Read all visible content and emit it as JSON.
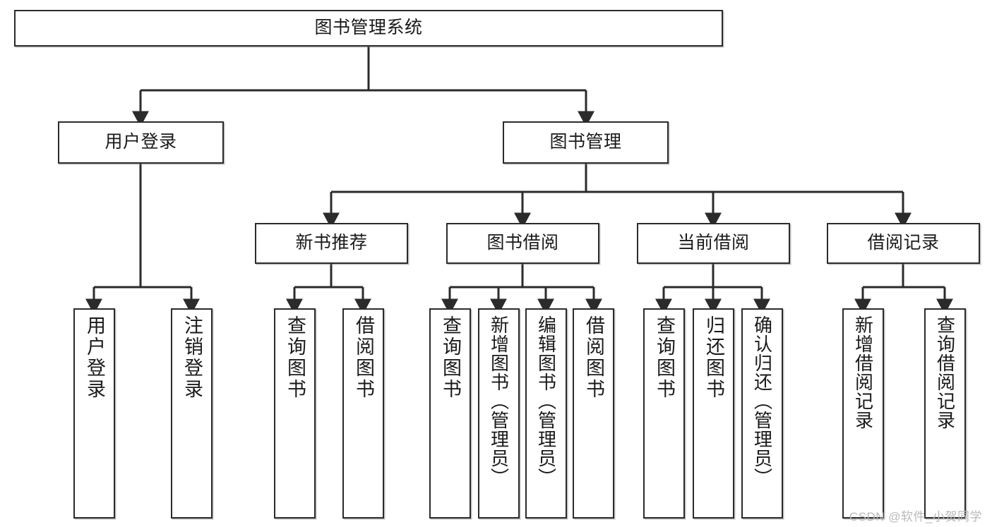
{
  "diagram": {
    "type": "tree-hierarchy",
    "title": "图书管理系统",
    "watermark": "CSDN @软件_小贺同学",
    "colors": {
      "background": "#ffffff",
      "box_border": "#2b2b2b",
      "box_fill": "#ffffff",
      "edge": "#2b2b2b",
      "text": "#1a1a1a",
      "watermark": "#b9b9b9"
    },
    "levels": {
      "root": {
        "label": "图书管理系统"
      },
      "level2": [
        {
          "id": "user-login",
          "label": "用户登录"
        },
        {
          "id": "book-manage",
          "label": "图书管理"
        }
      ],
      "level3": [
        {
          "id": "new-book-recommend",
          "label": "新书推荐"
        },
        {
          "id": "book-borrow",
          "label": "图书借阅"
        },
        {
          "id": "current-borrow",
          "label": "当前借阅"
        },
        {
          "id": "borrow-record",
          "label": "借阅记录"
        }
      ],
      "leaves": {
        "user-login": [
          {
            "id": "leaf-user-login",
            "label": "用户登录"
          },
          {
            "id": "leaf-user-logout",
            "label": "注销登录"
          }
        ],
        "new-book-recommend": [
          {
            "id": "leaf-query-book-1",
            "label": "查询图书"
          },
          {
            "id": "leaf-borrow-book-1",
            "label": "借阅图书"
          }
        ],
        "book-borrow": [
          {
            "id": "leaf-query-book-2",
            "label": "查询图书"
          },
          {
            "id": "leaf-add-book",
            "label": "新增图书（管理员）"
          },
          {
            "id": "leaf-edit-book",
            "label": "编辑图书（管理员）"
          },
          {
            "id": "leaf-borrow-book-2",
            "label": "借阅图书"
          }
        ],
        "current-borrow": [
          {
            "id": "leaf-query-book-3",
            "label": "查询图书"
          },
          {
            "id": "leaf-return-book",
            "label": "归还图书"
          },
          {
            "id": "leaf-confirm-return",
            "label": "确认归还（管理员）"
          }
        ],
        "borrow-record": [
          {
            "id": "leaf-add-record",
            "label": "新增借阅记录"
          },
          {
            "id": "leaf-query-record",
            "label": "查询借阅记录"
          }
        ]
      }
    }
  }
}
